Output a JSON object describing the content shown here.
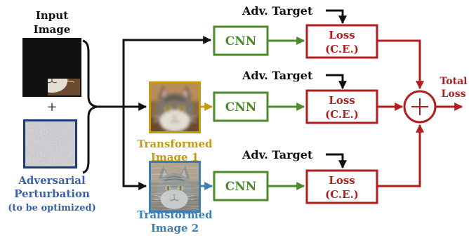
{
  "input": {
    "line1": "Input",
    "line2": "Image"
  },
  "plus_sign": "+",
  "perturbation": {
    "line1": "Adversarial",
    "line2": "Perturbation",
    "line3": "(to be optimized)"
  },
  "transformed_1": {
    "line1": "Transformed",
    "line2": "Image 1"
  },
  "transformed_2": {
    "line1": "Transformed",
    "line2": "Image 2"
  },
  "cnn_label": "CNN",
  "adv_target_label": "Adv. Target",
  "loss": {
    "line1": "Loss",
    "line2": "(C.E.)"
  },
  "sum_symbol": "+",
  "output": {
    "line1": "Total",
    "line2": "Loss"
  },
  "colors": {
    "black": "#111111",
    "cnn_green": "#4e8a2a",
    "loss_red": "#b01e1e",
    "gold": "#c7990f",
    "blue": "#3c7fb5",
    "perturb_text": "#3a62a8"
  },
  "icons": [
    "input-cat-image",
    "noise-image",
    "transformed-cat-image",
    "sum-circle-icon"
  ]
}
